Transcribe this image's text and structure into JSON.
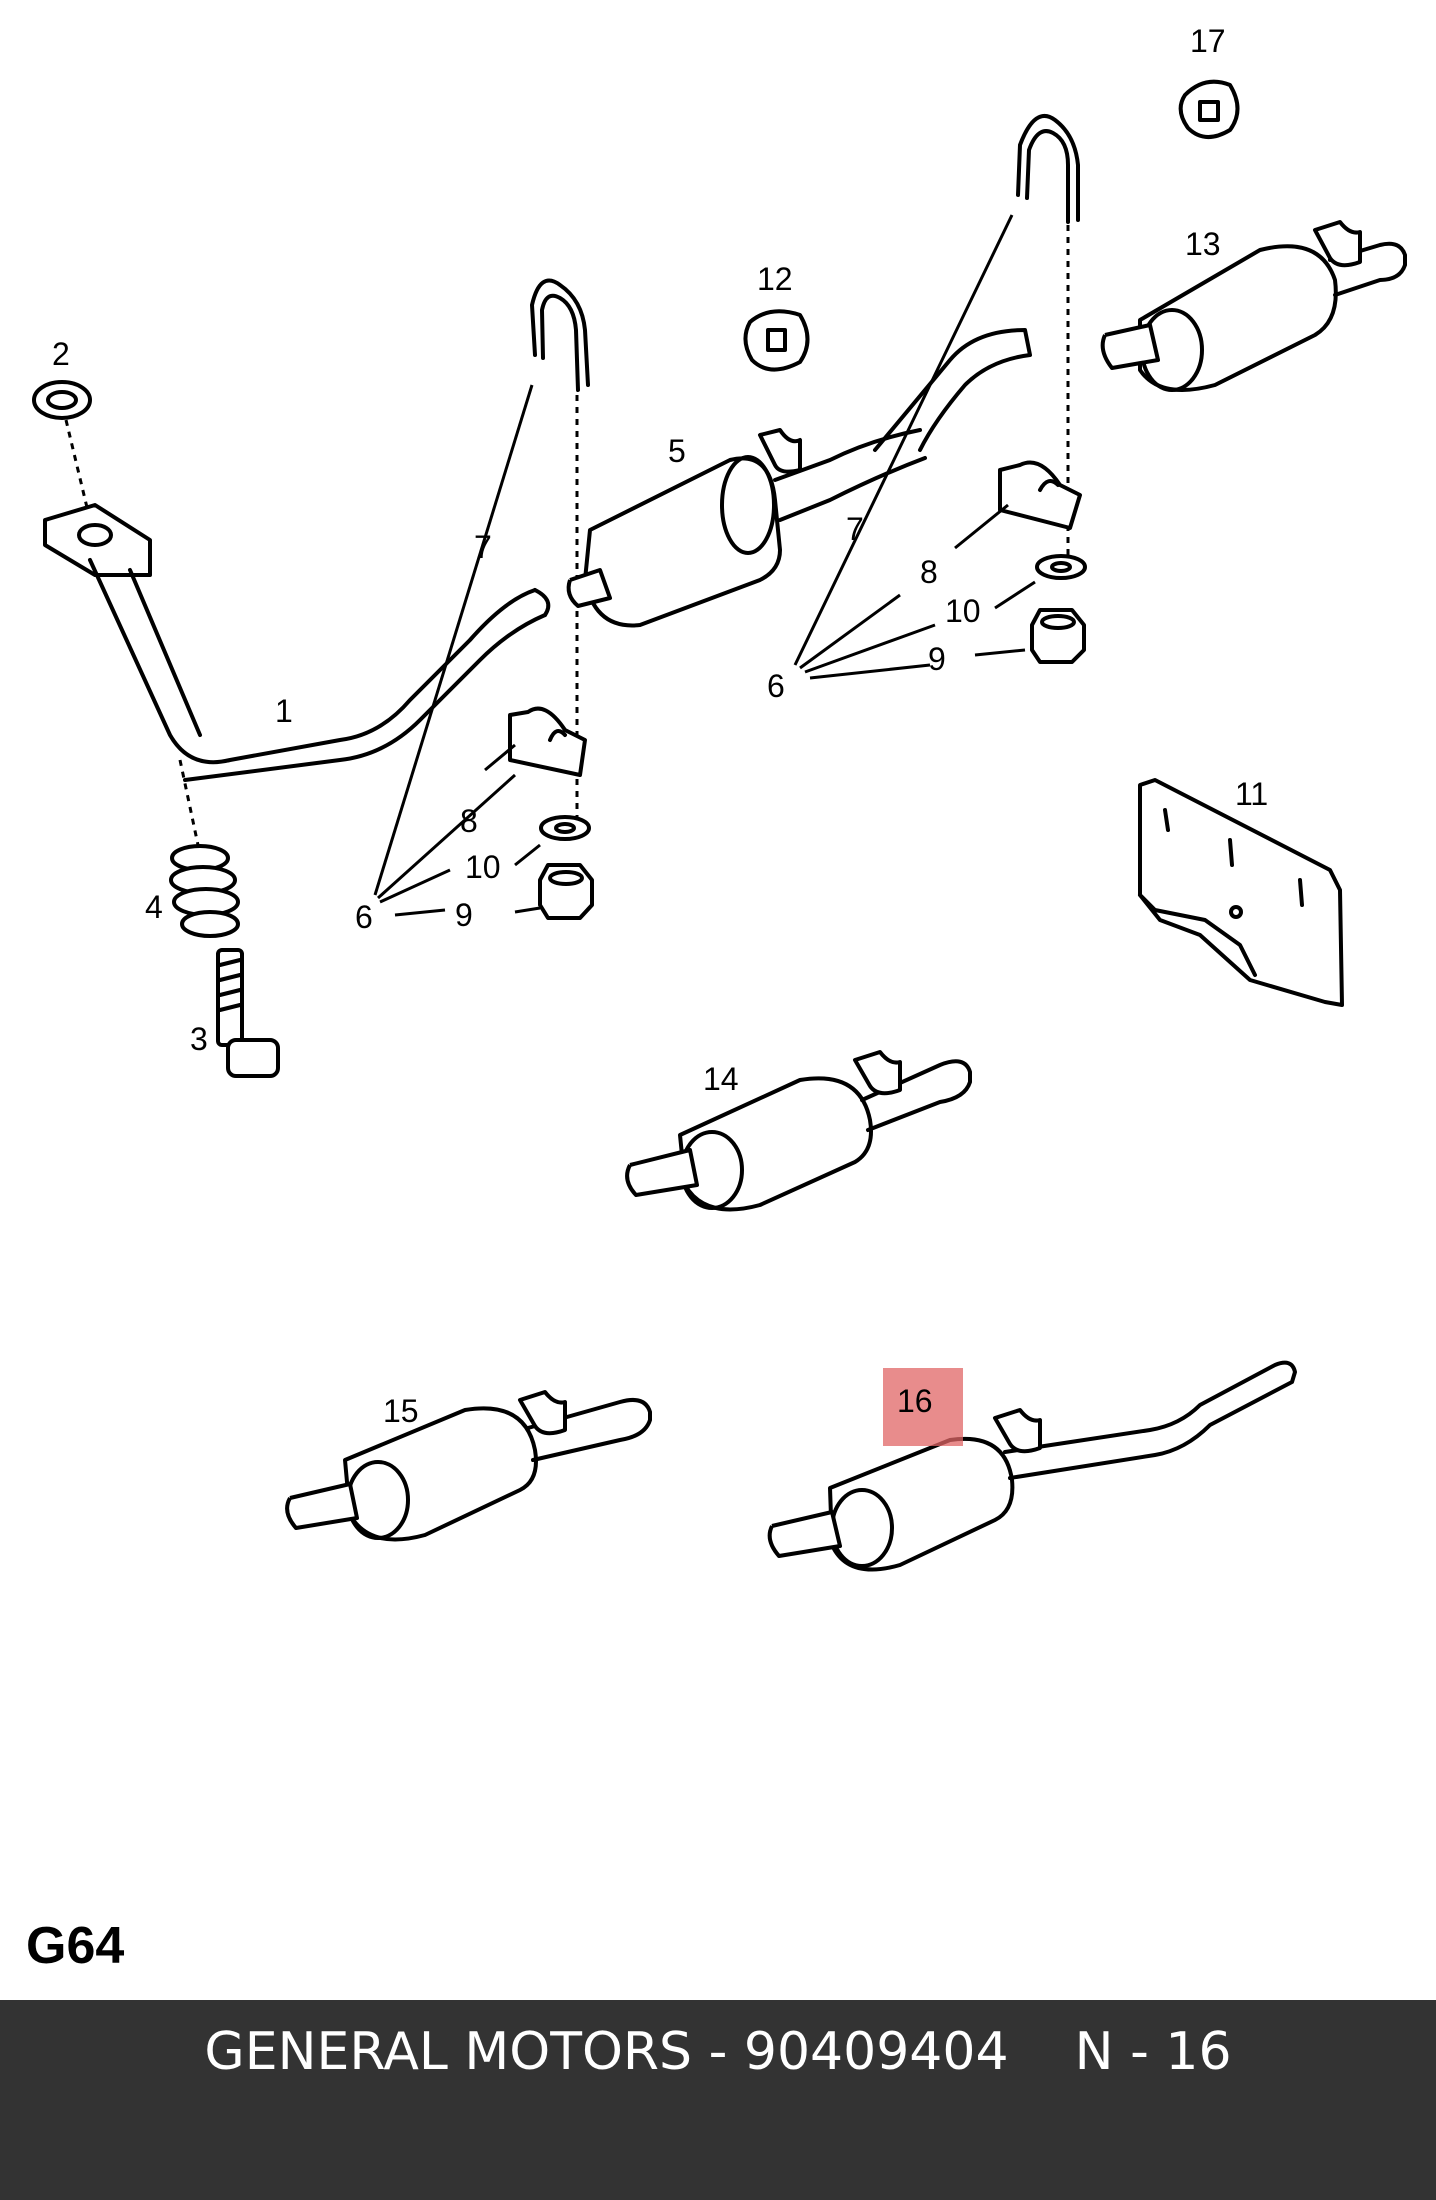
{
  "diagram": {
    "code": "G64",
    "callouts": {
      "c1": "1",
      "c2": "2",
      "c3": "3",
      "c4": "4",
      "c5": "5",
      "c6a": "6",
      "c6b": "6",
      "c7a": "7",
      "c7b": "7",
      "c8a": "8",
      "c8b": "8",
      "c9a": "9",
      "c9b": "9",
      "c10a": "10",
      "c10b": "10",
      "c11": "11",
      "c12": "12",
      "c13": "13",
      "c14": "14",
      "c15": "15",
      "c16": "16",
      "c17": "17"
    },
    "highlighted_part": "16",
    "highlight_color": "#e06666"
  },
  "footer": {
    "text": "GENERAL MOTORS - 90409404    N - 16",
    "background": "#333333",
    "color": "#ffffff"
  }
}
